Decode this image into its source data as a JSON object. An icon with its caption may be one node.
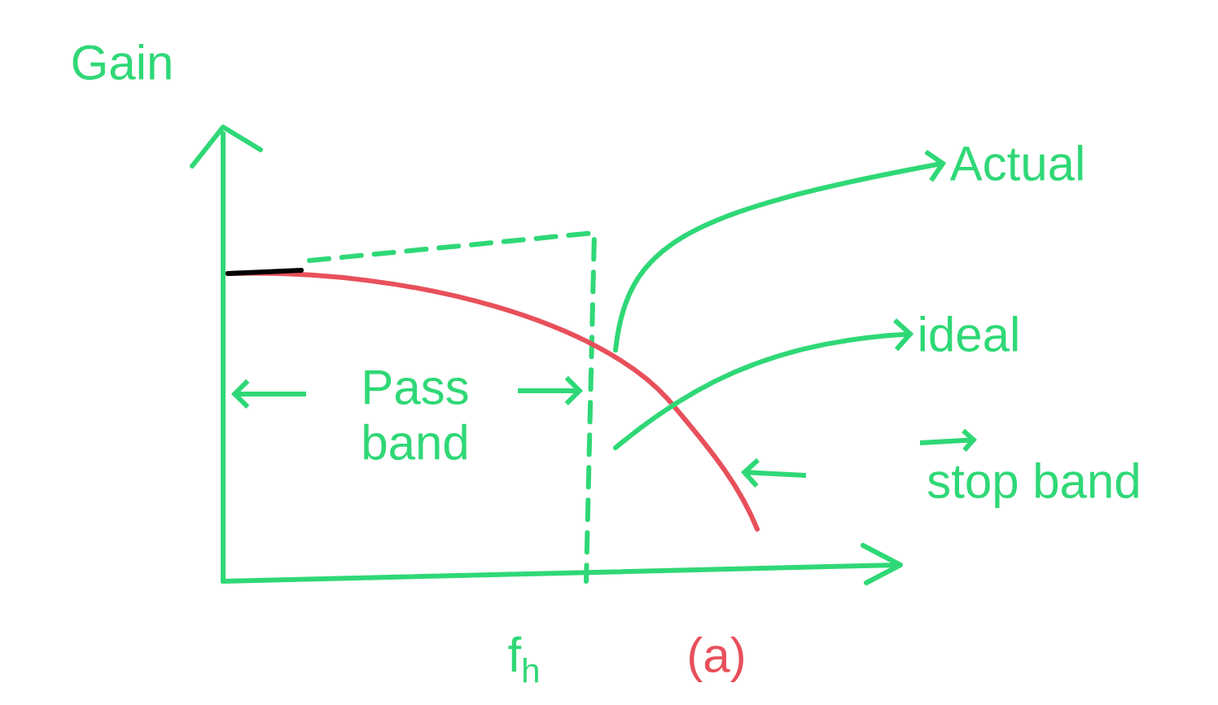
{
  "diagram": {
    "nodes": [
      {
        "text": [
          "Actual"
        ]
      },
      {
        "text": [
          "ideal"
        ]
      },
      {
        "text": [
          "Pass band"
        ]
      },
      {
        "text": [
          "stop band"
        ]
      }
    ],
    "edges": [
      {
        "from": null,
        "to": 0,
        "arrow": "to"
      },
      {
        "from": null,
        "to": 1,
        "arrow": "to"
      }
    ],
    "labels": [
      "Gain",
      "f$_{h}$",
      "(a)"
    ]
  }
}
